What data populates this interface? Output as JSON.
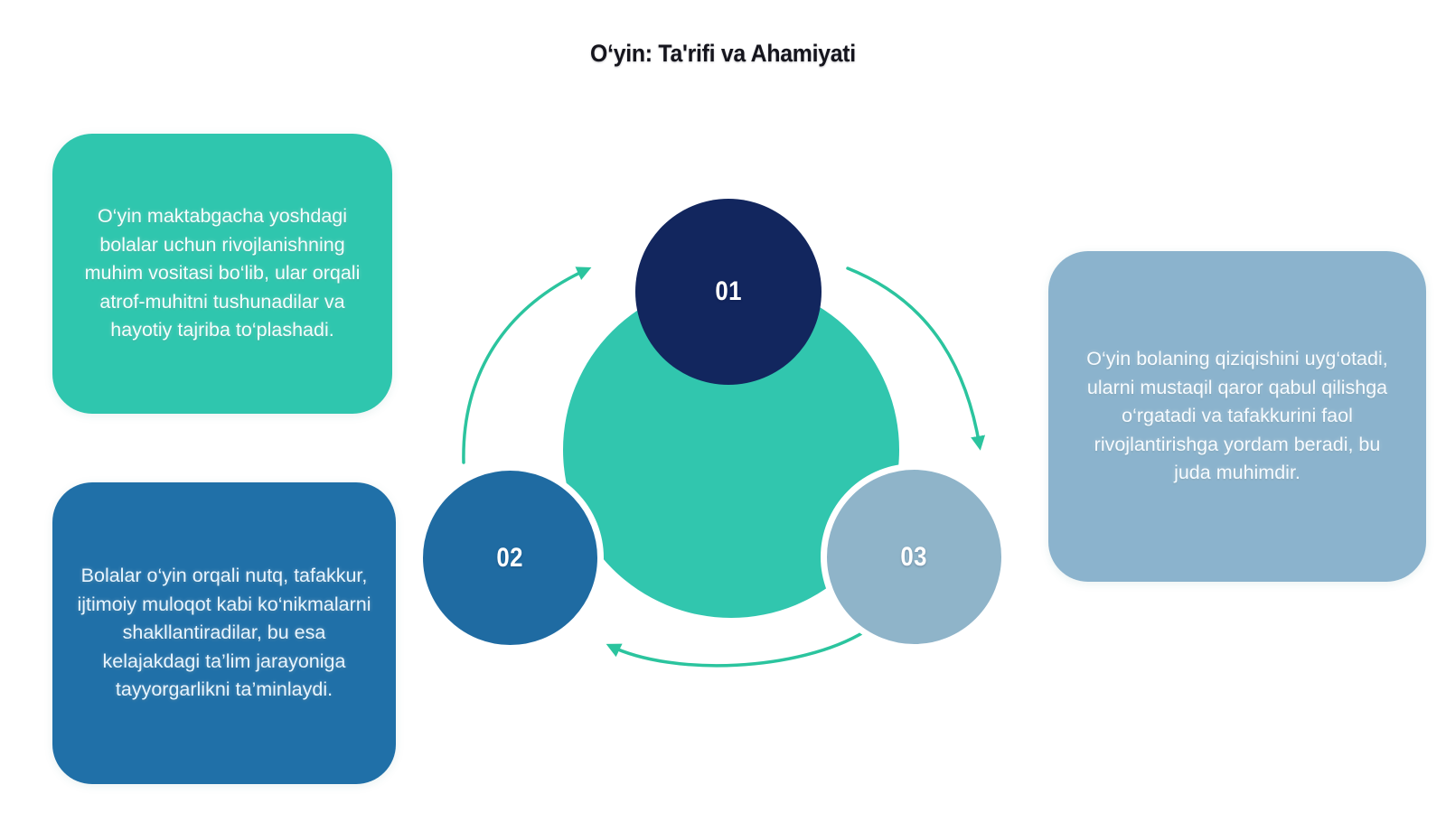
{
  "title": "O‘yin: Ta'rifi va Ahamiyati",
  "steps": [
    {
      "number": "01"
    },
    {
      "number": "02"
    },
    {
      "number": "03"
    }
  ],
  "cards": [
    {
      "text": "O‘yin maktabgacha yoshdagi bolalar uchun rivojlanishning muhim vositasi bo‘lib, ular orqali atrof-muhitni tushunadilar va hayotiy tajriba to‘plashadi."
    },
    {
      "text": "Bolalar o‘yin orqali nutq, tafakkur, ijtimoiy muloqot kabi ko‘nikmalarni shakllantiradilar, bu esa kelajakdagi ta’lim jarayoniga tayyorgarlikni ta’minlaydi."
    },
    {
      "text": "O‘yin bolaning qiziqishini uyg‘otadi, ularni mustaqil qaror qabul qilishga o‘rgatadi va tafakkurini faol rivojlantirishga yordam beradi, bu juda muhimdir."
    }
  ],
  "colors": {
    "hub_circle": "#31C6AE",
    "step01_circle": "#12265E",
    "step02_circle": "#1F6BA2",
    "step03_circle": "#8FB4C9",
    "card1_bg": "#2FC6AE",
    "card2_bg": "#2070A8",
    "card3_bg": "#8BB3CD",
    "arrow": "#2BC49E",
    "title_text": "#15151D"
  }
}
